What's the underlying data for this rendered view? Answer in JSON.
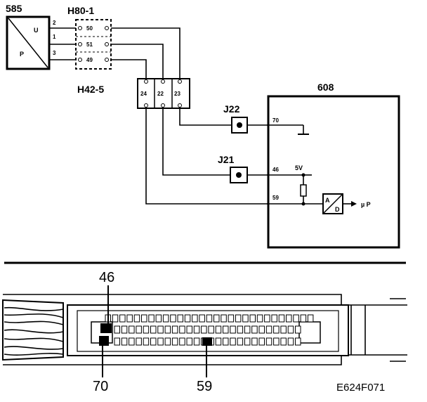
{
  "components": {
    "sensor": {
      "id": "585",
      "u_label": "U",
      "p_label": "P",
      "pins": [
        "2",
        "1",
        "3"
      ]
    },
    "connector_h80": {
      "id": "H80-1",
      "pins": [
        "50",
        "51",
        "49"
      ]
    },
    "connector_h42": {
      "id": "H42-5",
      "pins": [
        "24",
        "22",
        "23"
      ]
    },
    "junction_j22": {
      "id": "J22"
    },
    "junction_j21": {
      "id": "J21"
    },
    "ecu": {
      "id": "608",
      "pins": [
        "70",
        "46",
        "59"
      ],
      "supply_label": "5V",
      "adc_a": "A",
      "adc_d": "D",
      "micro_label": "µ P"
    }
  },
  "connector_view": {
    "callouts": [
      "46",
      "70",
      "59"
    ]
  },
  "figure_code": "E624F071"
}
